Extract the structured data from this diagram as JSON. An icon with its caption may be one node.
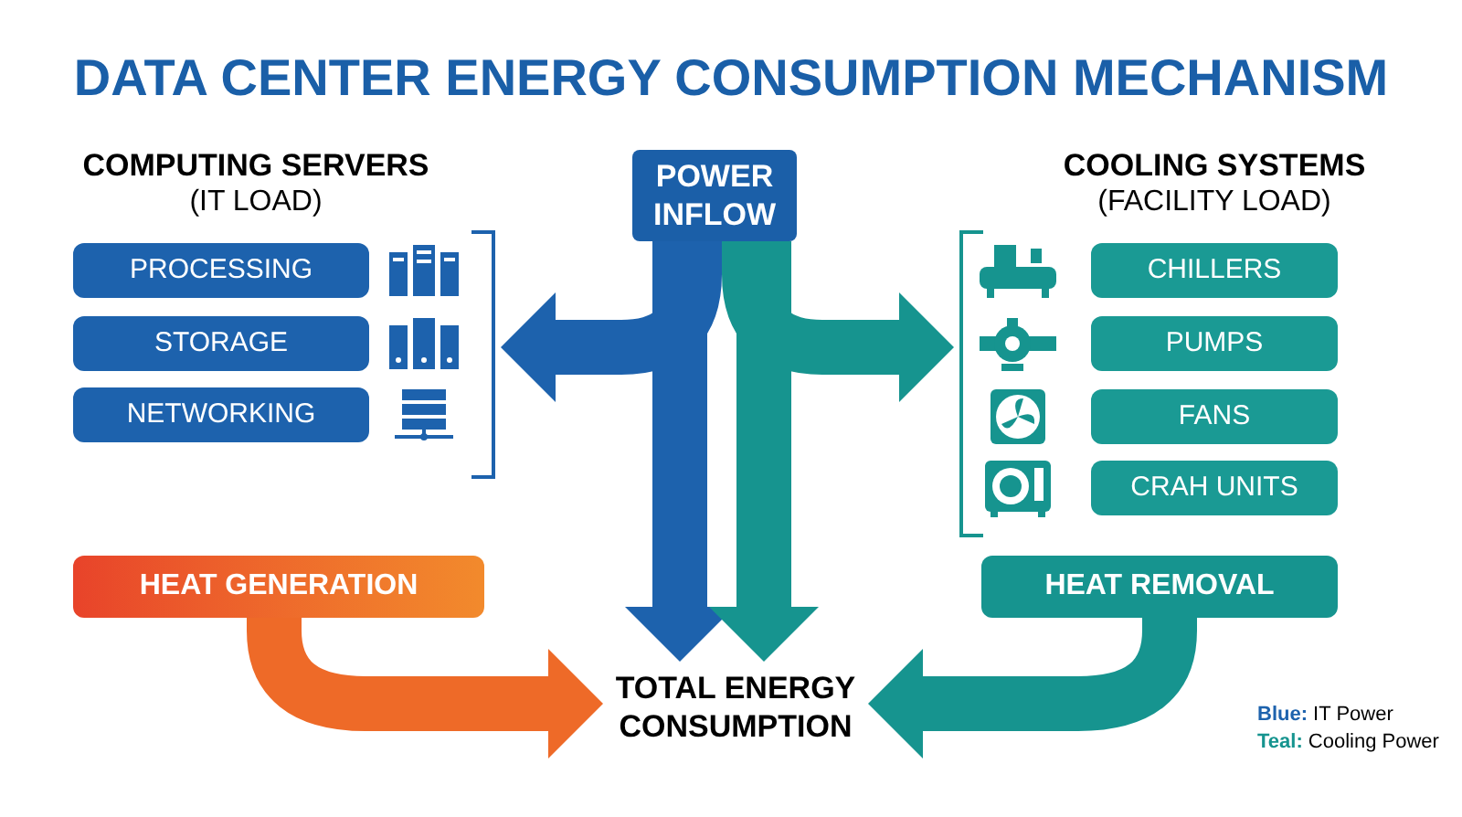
{
  "diagram": {
    "title": "DATA CENTER ENERGY CONSUMPTION MECHANISM",
    "nodes": [
      {
        "text": [
          "POWER INFLOW"
        ]
      },
      {
        "text": [
          "COMPUTING SERVERS",
          "(IT LOAD)"
        ]
      },
      {
        "text": [
          "PROCESSING"
        ],
        "in": 1
      },
      {
        "text": [
          "STORAGE"
        ],
        "in": 1
      },
      {
        "text": [
          "NETWORKING"
        ],
        "in": 1
      },
      {
        "text": [
          "COOLING SYSTEMS",
          "(FACILITY LOAD)"
        ]
      },
      {
        "text": [
          "CHILLERS"
        ],
        "in": 5
      },
      {
        "text": [
          "PUMPS"
        ],
        "in": 5
      },
      {
        "text": [
          "FANS"
        ],
        "in": 5
      },
      {
        "text": [
          "CRAH UNITS"
        ],
        "in": 5
      },
      {
        "text": [
          "HEAT GENERATION"
        ]
      },
      {
        "text": [
          "HEAT REMOVAL"
        ]
      },
      {
        "text": [
          "TOTAL ENERGY CONSUMPTION"
        ]
      }
    ],
    "edges": [
      {
        "from": 0,
        "to": 1,
        "arrow": "to",
        "color": "#1d62ad"
      },
      {
        "from": 0,
        "to": 12,
        "arrow": "to",
        "color": "#1d62ad"
      },
      {
        "from": 0,
        "to": 5,
        "arrow": "to",
        "color": "#16948f"
      },
      {
        "from": 0,
        "to": 12,
        "arrow": "to",
        "color": "#16948f"
      },
      {
        "from": 10,
        "to": 12,
        "arrow": "to",
        "color": "#ee6a28"
      },
      {
        "from": 11,
        "to": 12,
        "arrow": "to",
        "color": "#16948f"
      }
    ],
    "legend": [
      {
        "text": "**Blue:** IT Power",
        "color": "#1d62ad"
      },
      {
        "text": "**Teal:** Cooling Power",
        "color": "#16948f"
      }
    ]
  }
}
